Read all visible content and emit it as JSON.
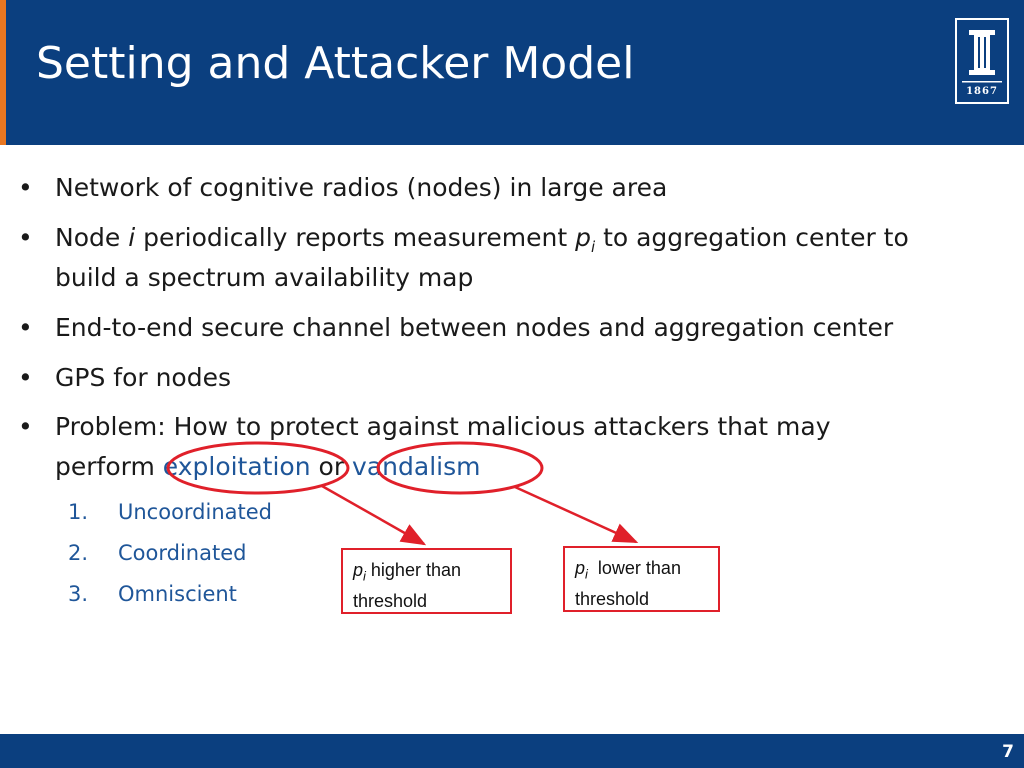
{
  "title": "Setting and Attacker Model",
  "logo": {
    "year": "1867",
    "name": "university-seal-icon"
  },
  "bullets": [
    {
      "text": "Network of cognitive radios (nodes) in large area"
    },
    {
      "a": "Node ",
      "b": "i",
      "c": " periodically reports measurement ",
      "d": "p",
      "e": "i",
      "f": " to aggregation center to",
      "line2": "build a spectrum availability map"
    },
    {
      "text": "End-to-end secure channel between nodes and aggregation center"
    },
    {
      "text": "GPS for nodes"
    },
    {
      "line1": "Problem: How to protect against malicious attackers that may",
      "pre": "perform ",
      "term1": "exploitation",
      "mid": " or ",
      "term2": "vandalism"
    }
  ],
  "attack_types": [
    {
      "num": "1.",
      "label": "Uncoordinated"
    },
    {
      "num": "2.",
      "label": "Coordinated"
    },
    {
      "num": "3.",
      "label": "Omniscient"
    }
  ],
  "callouts": {
    "exploitation": {
      "p": "p",
      "sub": "i",
      "line1": " higher than",
      "line2": "threshold"
    },
    "vandalism": {
      "p": "p",
      "sub": "i",
      "line1": "  lower than",
      "line2": "threshold"
    }
  },
  "page_number": "7",
  "colors": {
    "header": "#0b3f7f",
    "accent": "#e87722",
    "highlight": "#1f5699",
    "callout": "#e0202a"
  }
}
